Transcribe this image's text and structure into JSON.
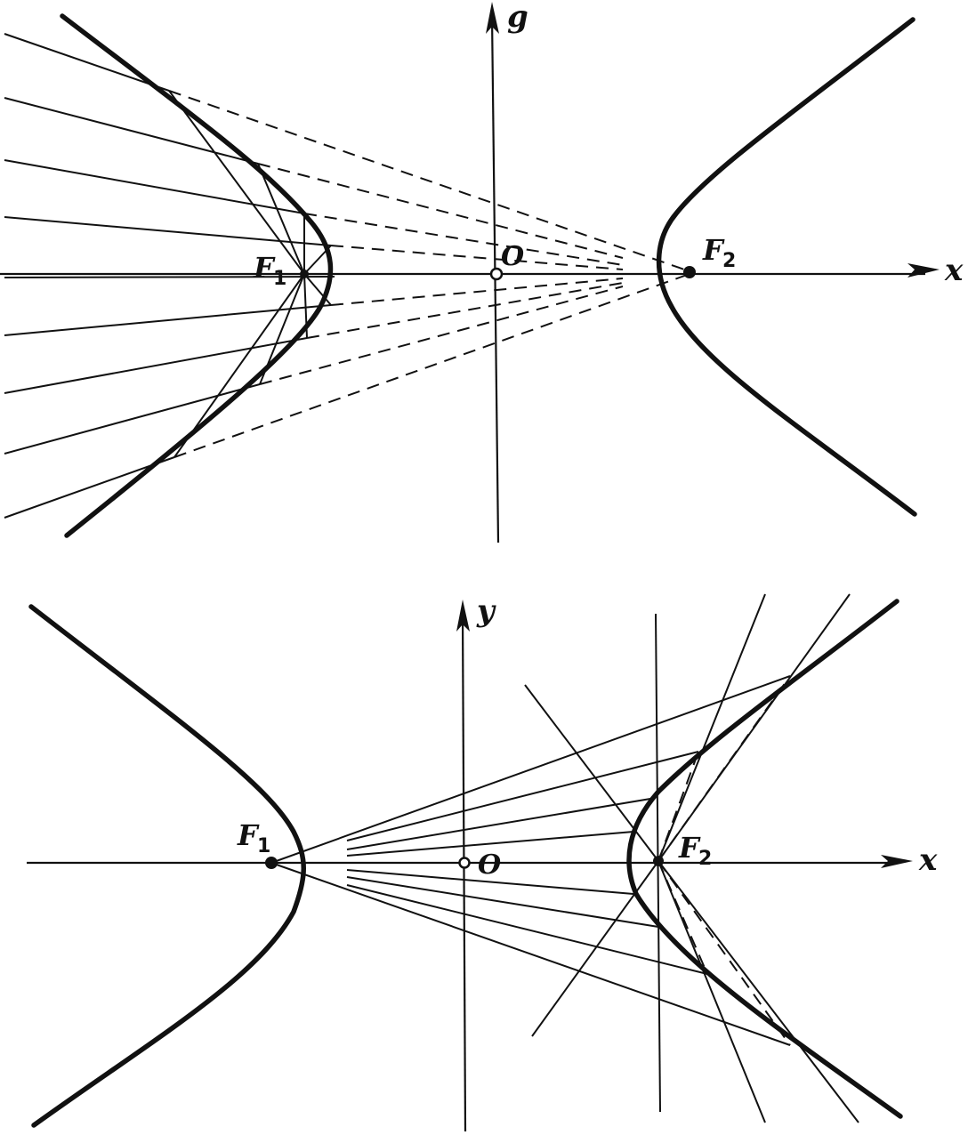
{
  "diagram_top": {
    "axis_x_label": "x",
    "axis_y_label": "g",
    "origin_label": "O",
    "focus1": {
      "letter": "F",
      "index": "1"
    },
    "focus2": {
      "letter": "F",
      "index": "2"
    }
  },
  "diagram_bottom": {
    "axis_x_label": "x",
    "axis_y_label": "y",
    "origin_label": "O",
    "focus1": {
      "letter": "F",
      "index": "1"
    },
    "focus2": {
      "letter": "F",
      "index": "2"
    }
  }
}
